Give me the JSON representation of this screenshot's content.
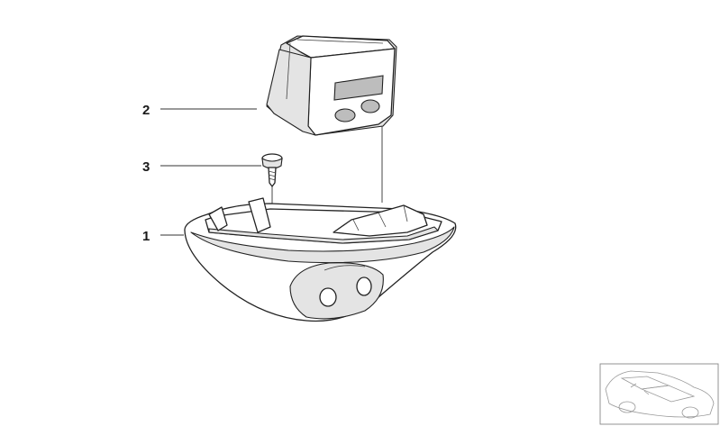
{
  "diagram": {
    "callouts": [
      {
        "id": "1",
        "label": "1",
        "part": "housing"
      },
      {
        "id": "2",
        "label": "2",
        "part": "display-unit"
      },
      {
        "id": "3",
        "label": "3",
        "part": "screw"
      }
    ]
  }
}
